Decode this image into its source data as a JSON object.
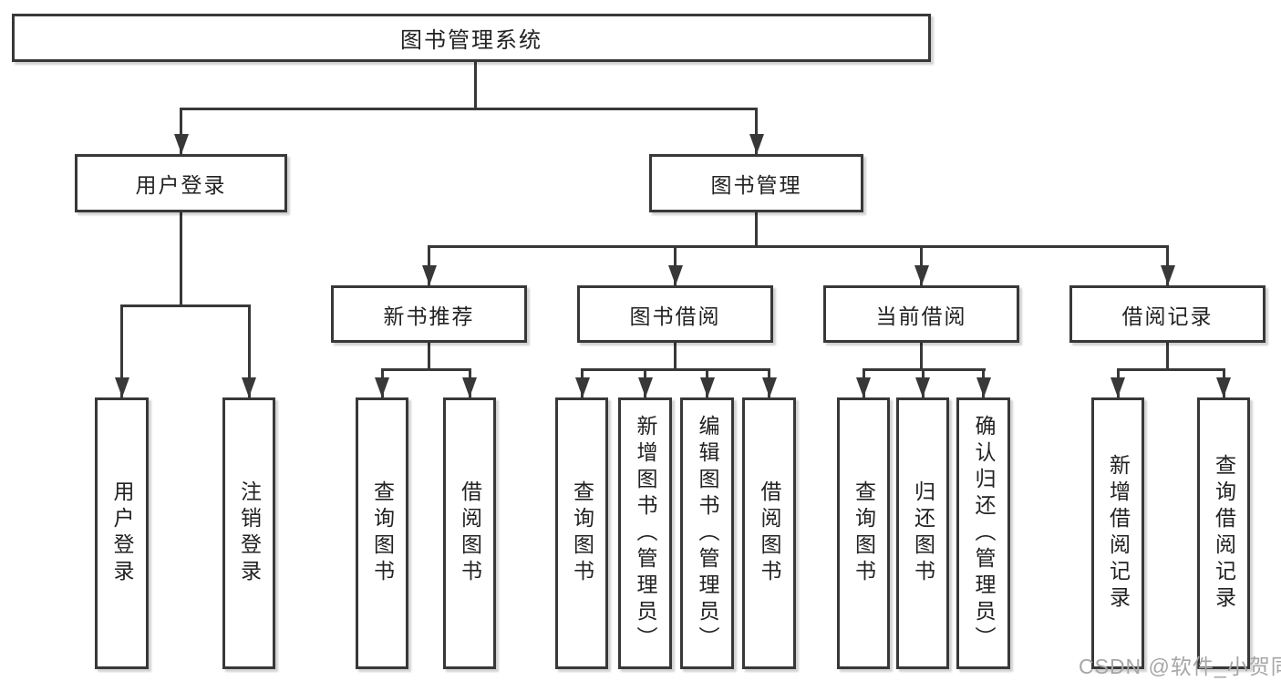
{
  "diagram": {
    "title": "图书管理系统",
    "watermark": "CSDN @软件_小贺同学",
    "colors": {
      "line": "#383838",
      "text": "#222222",
      "watermark": "#a6a6a6",
      "background": "#ffffff"
    },
    "nodes": {
      "root": "图书管理系统",
      "user_login": "用户登录",
      "book_mgmt": "图书管理",
      "new_book_rec": "新书推荐",
      "book_borrow": "图书借阅",
      "current_borrow": "当前借阅",
      "borrow_records": "借阅记录",
      "ul_user_login": "用户登录",
      "ul_logout": "注销登录",
      "nb_query_books": "查询图书",
      "nb_borrow_books": "借阅图书",
      "bb_query_books": "查询图书",
      "bb_add_books": "新增图书（管理员）",
      "bb_edit_books": "编辑图书（管理员）",
      "bb_borrow_books": "借阅图书",
      "cb_query_books": "查询图书",
      "cb_return_books": "归还图书",
      "cb_confirm_return": "确认归还（管理员）",
      "br_add_record": "新增借阅记录",
      "br_query_record": "查询借阅记录"
    }
  }
}
